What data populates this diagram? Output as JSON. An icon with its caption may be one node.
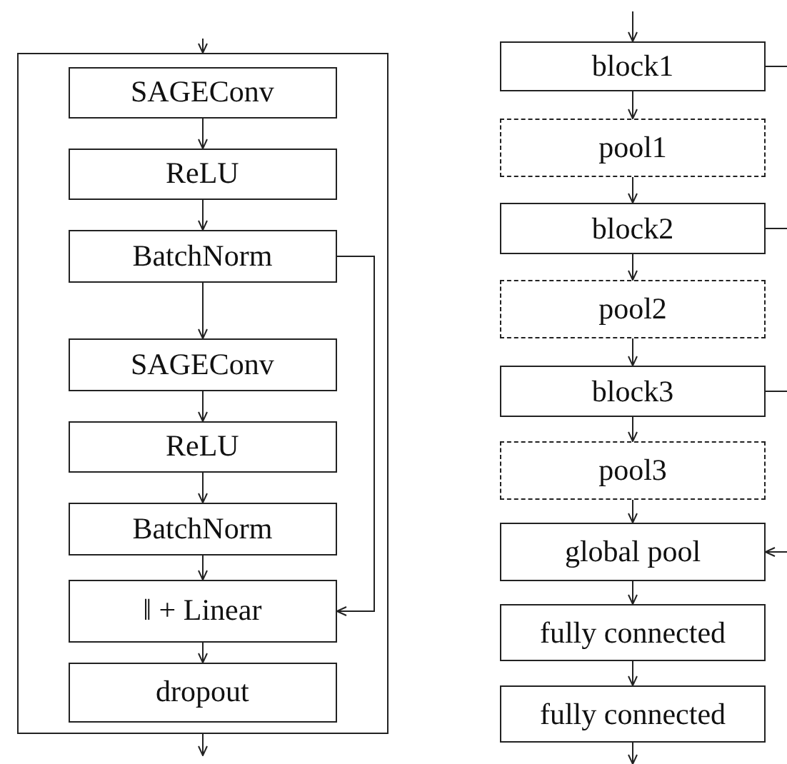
{
  "diagram": {
    "nodes": [
      {
        "text": [],
        "shape": "box"
      },
      {
        "text": [
          "SAGEConv"
        ],
        "in": 0
      },
      {
        "text": [
          "ReLU"
        ],
        "in": 0
      },
      {
        "text": [
          "BatchNorm"
        ],
        "in": 0
      },
      {
        "text": [
          "SAGEConv"
        ],
        "in": 0
      },
      {
        "text": [
          "ReLU"
        ],
        "in": 0
      },
      {
        "text": [
          "BatchNorm"
        ],
        "in": 0
      },
      {
        "text": [
          "‖ + Linear"
        ],
        "in": 0
      },
      {
        "text": [
          "dropout"
        ],
        "in": 0
      },
      {
        "text": [
          "block1"
        ]
      },
      {
        "text": [
          "pool1"
        ]
      },
      {
        "text": [
          "block2"
        ]
      },
      {
        "text": [
          "pool2"
        ]
      },
      {
        "text": [
          "block3"
        ]
      },
      {
        "text": [
          "pool3"
        ]
      },
      {
        "text": [
          "global pool"
        ]
      },
      {
        "text": [
          "fully connected"
        ]
      },
      {
        "text": [
          "fully connected"
        ]
      }
    ],
    "edges": [
      {
        "from": null,
        "to": 0,
        "arrow": "to"
      },
      {
        "from": 1,
        "to": 2,
        "arrow": "to"
      },
      {
        "from": 2,
        "to": 3,
        "arrow": "to"
      },
      {
        "from": 3,
        "to": 4,
        "arrow": "to"
      },
      {
        "from": 4,
        "to": 5,
        "arrow": "to"
      },
      {
        "from": 5,
        "to": 6,
        "arrow": "to"
      },
      {
        "from": 6,
        "to": 7,
        "arrow": "to"
      },
      {
        "from": 3,
        "to": 7,
        "arrow": "to"
      },
      {
        "from": 7,
        "to": 8,
        "arrow": "to"
      },
      {
        "from": 0,
        "to": null,
        "arrow": "to"
      },
      {
        "from": null,
        "to": 9,
        "arrow": "to"
      },
      {
        "from": 9,
        "to": 10,
        "arrow": "to"
      },
      {
        "from": 10,
        "to": 11,
        "arrow": "to"
      },
      {
        "from": 11,
        "to": 12,
        "arrow": "to"
      },
      {
        "from": 12,
        "to": 13,
        "arrow": "to"
      },
      {
        "from": 13,
        "to": 14,
        "arrow": "to"
      },
      {
        "from": 14,
        "to": 15,
        "arrow": "to"
      },
      {
        "from": 15,
        "to": 16,
        "arrow": "to"
      },
      {
        "from": 16,
        "to": 17,
        "arrow": "to"
      },
      {
        "from": 17,
        "to": null,
        "arrow": "to"
      },
      {
        "from": 9,
        "to": null,
        "arrow": "none"
      },
      {
        "from": 11,
        "to": null,
        "arrow": "none"
      },
      {
        "from": 13,
        "to": null,
        "arrow": "none"
      },
      {
        "from": null,
        "to": 15,
        "arrow": "to"
      }
    ]
  }
}
